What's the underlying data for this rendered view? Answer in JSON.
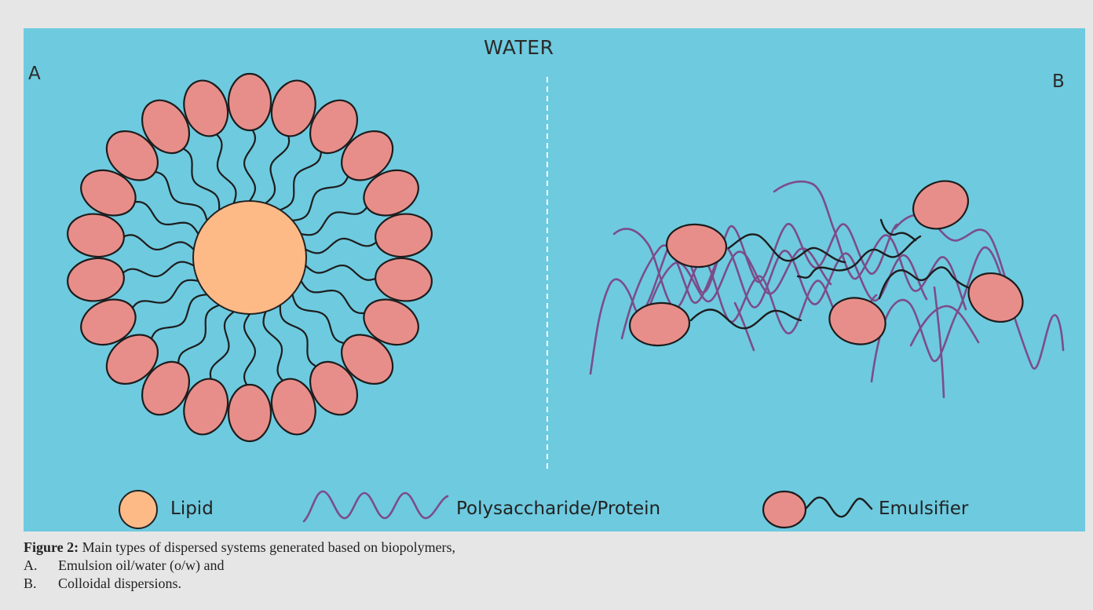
{
  "diagram": {
    "water_label": "WATER",
    "panel_a_label": "A",
    "panel_b_label": "B",
    "colors": {
      "background": "#6ecadf",
      "lipid": "#fdba87",
      "emulsifier_head": "#e88e8a",
      "polymer": "#7b4d8a",
      "tail": "#1d1d1d",
      "page": "#e6e6e6"
    }
  },
  "legend": {
    "lipid_label": "Lipid",
    "polymer_label": "Polysaccharide/Protein",
    "emulsifier_label": "Emulsifier"
  },
  "caption": {
    "figure_label": "Figure 2:",
    "text": " Main types of dispersed systems generated based on biopolymers,",
    "items": [
      {
        "letter": "A.",
        "text": "Emulsion oil/water (o/w) and"
      },
      {
        "letter": "B.",
        "text": "Colloidal dispersions."
      }
    ]
  }
}
